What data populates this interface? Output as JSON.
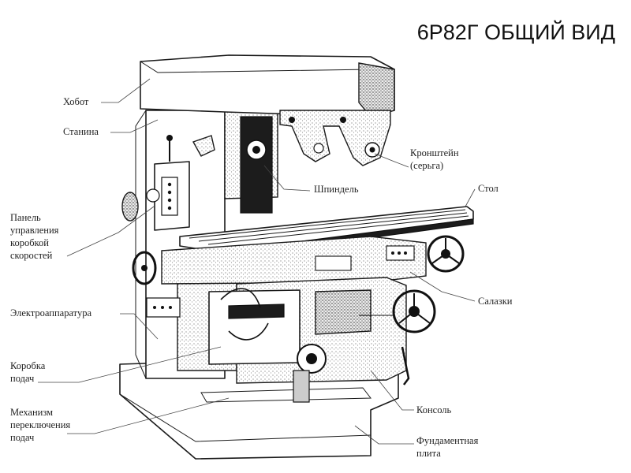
{
  "title": "6Р82Г ОБЩИЙ ВИД",
  "labels": {
    "khobot": "Хобот",
    "stanina": "Станина",
    "panel_1": "Панель",
    "panel_2": "управления",
    "panel_3": "коробкой",
    "panel_4": "скоростей",
    "elektro": "Электроаппаратура",
    "korobka_1": "Коробка",
    "korobka_2": "подач",
    "mekh_1": "Механизм",
    "mekh_2": "переключения",
    "mekh_3": "подач",
    "kronshtein_1": "Кронштейн",
    "kronshtein_2": "(серьга)",
    "shpindel": "Шпиндель",
    "stol": "Стол",
    "salazki": "Салазки",
    "konsol": "Консоль",
    "fund_1": "Фундаментная",
    "fund_2": "плита"
  }
}
